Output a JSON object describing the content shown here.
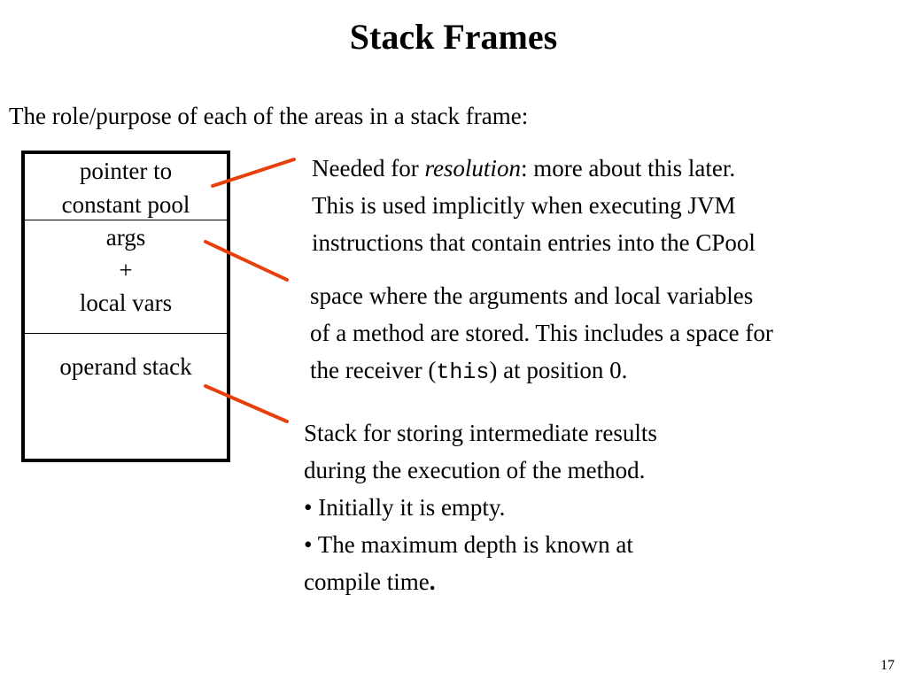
{
  "slide": {
    "title": "Stack Frames",
    "subtitle": "The role/purpose of each of the areas in a stack frame:",
    "page_number": "17",
    "accent_color": "#e8400c"
  },
  "frame": {
    "cpool": {
      "line1": "pointer to",
      "line2": "constant pool"
    },
    "args": {
      "line1": "args",
      "line2": "+",
      "line3": "local vars"
    },
    "stack": {
      "line1": "operand stack"
    }
  },
  "descriptions": {
    "cpool": {
      "line1_before": "Needed for ",
      "line1_italic": "resolution",
      "line1_after": ": more about this later.",
      "line2": "This is used implicitly when executing JVM",
      "line3": "instructions that contain entries into the CPool"
    },
    "args": {
      "line1": "space where the arguments and local variables",
      "line2": "of a method are stored. This includes a space for",
      "line3_before": "the receiver (",
      "line3_code": "this",
      "line3_after": ") at position 0."
    },
    "stack": {
      "line1": "Stack for storing intermediate results",
      "line2": "during the execution of the method.",
      "line3": "• Initially it is empty.",
      "line4": "• The maximum depth is known at",
      "line5_before": "compile time",
      "line5_bold": "."
    }
  }
}
